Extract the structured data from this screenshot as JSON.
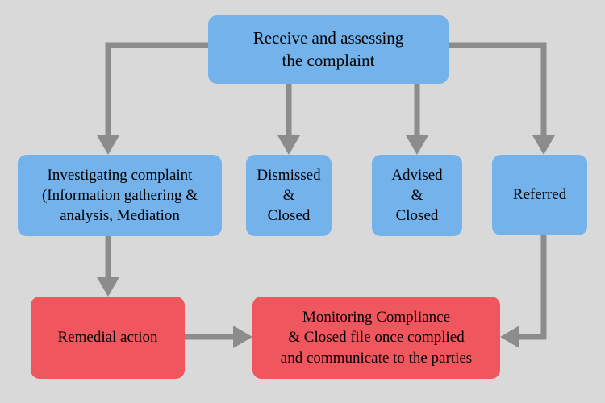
{
  "diagram": {
    "title": "Complaint handling process flowchart",
    "background_color": "#d9d9d9",
    "palette": {
      "blue": "#74b2ec",
      "red": "#f0565e",
      "connector": "#8c8c8c",
      "text": "#000000"
    },
    "nodes": [
      {
        "id": "receive",
        "label": "Receive and assessing\nthe complaint",
        "color": "blue"
      },
      {
        "id": "investigate",
        "label": "Investigating complaint\n(Information gathering &\nanalysis, Mediation",
        "color": "blue"
      },
      {
        "id": "dismissed",
        "label": "Dismissed\n&\nClosed",
        "color": "blue"
      },
      {
        "id": "advised",
        "label": "Advised\n&\nClosed",
        "color": "blue"
      },
      {
        "id": "referred",
        "label": "Referred",
        "color": "blue"
      },
      {
        "id": "remedial",
        "label": "Remedial action",
        "color": "red"
      },
      {
        "id": "monitoring",
        "label": "Monitoring Compliance\n& Closed file once complied\nand communicate to the parties",
        "color": "red"
      }
    ],
    "edges": [
      {
        "id": "receive-to-investigate",
        "from": "receive",
        "to": "investigate",
        "style": "elbow-left-down"
      },
      {
        "id": "receive-to-dismissed",
        "from": "receive",
        "to": "dismissed",
        "style": "straight-down"
      },
      {
        "id": "receive-to-advised",
        "from": "receive",
        "to": "advised",
        "style": "straight-down"
      },
      {
        "id": "receive-to-referred",
        "from": "receive",
        "to": "referred",
        "style": "elbow-right-down"
      },
      {
        "id": "investigate-to-remedial",
        "from": "investigate",
        "to": "remedial",
        "style": "straight-down"
      },
      {
        "id": "remedial-to-monitoring",
        "from": "remedial",
        "to": "monitoring",
        "style": "straight-right"
      },
      {
        "id": "referred-to-monitoring",
        "from": "referred",
        "to": "monitoring",
        "style": "elbow-down-left"
      }
    ]
  }
}
